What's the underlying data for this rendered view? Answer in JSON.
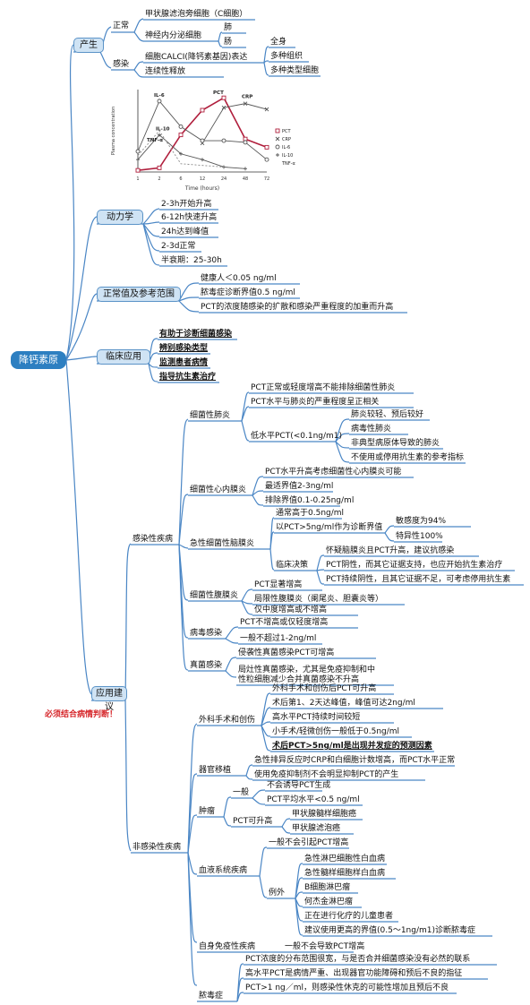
{
  "root": "降钙素原",
  "branches": {
    "produce": "产生",
    "kinetics": "动力学",
    "normal": "正常值及参考范围",
    "clinical": "临床应用",
    "advice": "应用建议"
  },
  "produce": {
    "normal_label": "正常",
    "normal_items": [
      "甲状腺滤泡旁细胞（C细胞）",
      "神经内分泌细胞"
    ],
    "neuro_sub": [
      "肺",
      "肠"
    ],
    "infection_label": "感染",
    "infection_items": [
      "细胞CALCI(降钙素基因)表达",
      "连续性释放"
    ],
    "calci_sub": [
      "全身",
      "多种组织",
      "多种类型细胞"
    ]
  },
  "chart_data": {
    "type": "line",
    "xlabel": "Time (hours)",
    "ylabel": "Plasma concentration",
    "x": [
      "1",
      "2",
      "6",
      "12",
      "24",
      "48",
      "72"
    ],
    "series": [
      {
        "name": "PCT",
        "values": [
          0.2,
          0.5,
          4.5,
          7.5,
          9.0,
          4.0,
          3.0
        ],
        "color": "#b01e3c"
      },
      {
        "name": "CRP",
        "values": [
          null,
          null,
          null,
          3.5,
          7.8,
          8.3,
          7.6
        ],
        "color": "#555555"
      },
      {
        "name": "IL-6",
        "values": [
          2.5,
          8.6,
          5.5,
          3.8,
          3.8,
          3.6,
          1.5
        ],
        "color": "#555555"
      },
      {
        "name": "IL-10",
        "values": [
          1.5,
          4.5,
          2.2,
          1.5,
          0.6,
          0.4,
          null
        ],
        "color": "#555555"
      },
      {
        "name": "TNF-α",
        "values": [
          2.0,
          5.0,
          1.0,
          0.8,
          0.6,
          null,
          null
        ],
        "color": "#888888"
      }
    ],
    "annotations": [
      "IL-6",
      "IL-10",
      "TNF-α",
      "PCT",
      "CRP"
    ],
    "legend_position": "right"
  },
  "kinetics": [
    "2-3h开始升高",
    "6-12h快速升高",
    "24h达到峰值",
    "2-3d正常",
    "半衰期：25-30h"
  ],
  "normal": [
    "健康人＜0.05 ng/ml",
    "脓毒症诊断界值0.5 ng/ml",
    "PCT的浓度随感染的扩散和感染严重程度的加重而升高"
  ],
  "clinical": [
    "有助于诊断细菌感染",
    "辨别感染类型",
    "监测患者病情",
    "指导抗生素治疗"
  ],
  "advice_note": "必须结合病情判断！",
  "infectious": {
    "label": "感染性疾病",
    "pneumonia": {
      "label": "细菌性肺炎",
      "items": [
        "PCT正常或轻度增高不能排除细菌性肺炎",
        "PCT水平与肺炎的严重程度呈正相关"
      ],
      "low_label": "低水平PCT(<0.1ng/m1)",
      "low_items": [
        "肺炎较轻、预后较好",
        "病毒性肺炎",
        "非典型病原体导致的肺炎",
        "不使用或停用抗生素的参考指标"
      ]
    },
    "endocarditis": {
      "label": "细菌性心内膜炎",
      "items": [
        "PCT水平升高考虑细菌性心内膜炎可能",
        "最适界值2-3ng/ml",
        "排除界值0.1-0.25ng/ml"
      ]
    },
    "meningitis": {
      "label": "急性细菌性脑膜炎",
      "items": [
        "通常高于0.5ng/ml",
        "以PCT>5ng/ml作为诊断界值"
      ],
      "diag_sub": [
        "敏感度为94%",
        "特异性100%"
      ],
      "decision_label": "临床决策",
      "decision_items": [
        "怀疑脑膜炎且PCT升高，建议抗感染",
        "PCT阴性，而其它证据支持，也应开始抗生素治疗",
        "PCT持续阴性，且其它证据不足，可考虑停用抗生素"
      ]
    },
    "peritonitis": {
      "label": "细菌性腹膜炎",
      "items": [
        "PCT显著增高",
        "局限性腹膜炎（阑尾炎、胆囊炎等）",
        "仅中度增高或不增高"
      ]
    },
    "viral": {
      "label": "病毒感染",
      "items": [
        "PCT不增高或仅轻度增高",
        "一般不超过1-2ng/ml"
      ]
    },
    "fungal": {
      "label": "真菌感染",
      "items": [
        "侵袭性真菌感染PCT可增高",
        "局灶性真菌感染，尤其是免疫抑制和中",
        "性粒细胞减少合并真菌感染不升高"
      ]
    }
  },
  "noninfectious": {
    "label": "非感染性疾病",
    "surgery": {
      "label": "外科手术和创伤",
      "items": [
        "外科手术和创伤后PCT可升高",
        "术后第1、2天达峰值，峰值可达2ng/ml",
        "高水平PCT持续时间较短",
        "小手术/轻微创伤一般低于0.5ng/ml",
        "术后PCT>5ng/ml是出现并发症的预测因素"
      ]
    },
    "transplant": {
      "label": "器官移植",
      "items": [
        "急性排异反应时CRP和白细胞计数增高，而PCT水平正常",
        "使用免疫抑制剂不会明显抑制PCT的产生"
      ]
    },
    "tumor": {
      "label": "肿瘤",
      "general_label": "一般",
      "general_items": [
        "不会诱导PCT生成",
        "PCT平均水平<0.5 ng/ml"
      ],
      "high_label": "PCT可升高",
      "high_items": [
        "甲状腺髓样细胞癌",
        "甲状腺滤泡癌"
      ]
    },
    "blood": {
      "label": "血液系统疾病",
      "items": [
        "一般不会引起PCT增高"
      ],
      "exception_label": "例外",
      "exception_items": [
        "急性淋巴细胞性白血病",
        "急性髓样细胞样白血病",
        "B细胞淋巴瘤",
        "何杰金淋巴瘤",
        "正在进行化疗的儿童患者",
        "建议使用更高的界值(0.5～1ng/m1)诊断脓毒症"
      ]
    },
    "autoimmune": {
      "label": "自身免疫性疾病",
      "items": [
        "一般不会导致PCT增高"
      ]
    },
    "sepsis": {
      "label": "脓毒症",
      "items": [
        "PCT浓度的分布范围很宽，与是否合并细菌感染没有必然的联系",
        "高水平PCT是病情严重、出现器官功能障碍和预后不良的指征",
        "PCT>1 ng／ml，则感染性休克的可能性增加且预后不良"
      ]
    }
  }
}
